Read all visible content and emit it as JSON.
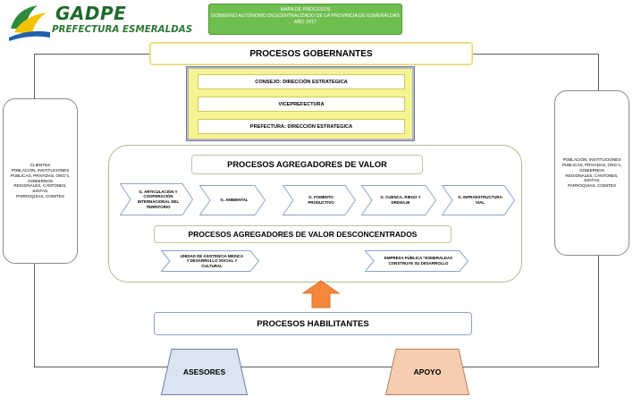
{
  "logo": {
    "main": "GADPE",
    "sub": "PREFECTURA ESMERALDAS"
  },
  "header": {
    "line1": "MAPA DE PROCESOS",
    "line2": "GOBIERNO AUTÓNOMO DESCENTRALIZADO DE LA PROVINCIA DE ESMERALDAS",
    "line3": "AÑO 2017"
  },
  "gobernantes": {
    "title": "PROCESOS GOBERNANTES",
    "items": [
      "CONSEJO: DIRECCIÓN ESTRATEGICA",
      "VICEPREFECTURA",
      "PREFECTURA: DIRECCIÓN ESTRATEGICA"
    ]
  },
  "agregadores": {
    "title": "PROCESOS AGREGADORES DE VALOR",
    "chevrons": [
      "G. ARTICULACIÓN Y COOPERACIÓN INTERNACIONAL DEL TERRITORIO",
      "G. AMBIENTAL",
      "G. FOMENTO PRODUCTIVO",
      "G. CUENCA, RIEGO Y DRENAJE",
      "G. INFRAESTRUCTURA VIAL"
    ]
  },
  "desconcentrados": {
    "title": "PROCESOS AGREGADORES DE VALOR DESCONCENTRADOS",
    "chevrons": [
      "UNIDAD DE ASISTENCIA MEDICA Y DESARROLLO SOCIAL Y CULTURAL",
      "EMPRESA PÚBLICA \"ESMERALDAS CONSTRUYE SU DESARROLLO"
    ]
  },
  "habilitantes": {
    "title": "PROCESOS HABILITANTES",
    "asesores": "ASESORES",
    "apoyo": "APOYO"
  },
  "clientes_left": {
    "line1": "CLIENTES",
    "line2": "POBLACIÓN, INSTITUCIONES",
    "line3": "PUBLICAS, PRIVADAS, ONG´s,",
    "line4": "GOBIERNOS",
    "line5": "REGIONALES, CANTONES, JUNTAS,",
    "line6": "PARROQUIAS, COMITES"
  },
  "clientes_right": {
    "line1": "POBLACIÓN, INSTITUCIONES",
    "line2": "PUBLICAS, PRIVADAS, ONG´s,",
    "line3": "GOBIERNOS",
    "line4": "REGIONALES, CANTONES, JUNTAS,",
    "line5": "PARROQUIAS, COMITES"
  },
  "colors": {
    "header_green": "#6fbf4e",
    "yellow_panel": "#f4f492",
    "arrow_orange": "#f4873a",
    "asesores_blue": "#dbe4f1",
    "apoyo_peach": "#f7cdb0"
  }
}
